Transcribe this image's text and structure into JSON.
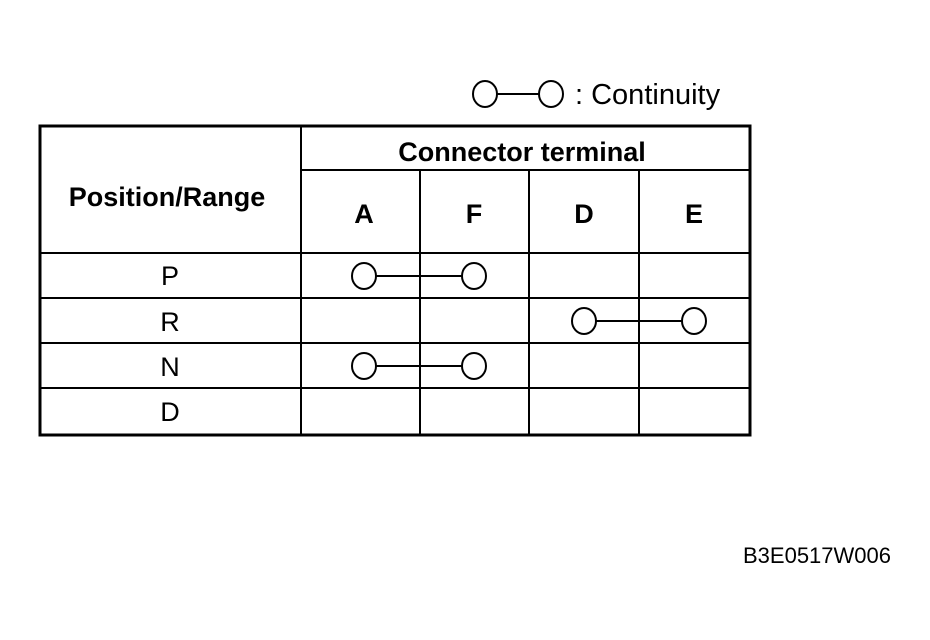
{
  "legend": {
    "label": ": Continuity"
  },
  "table": {
    "row_header": "Position/Range",
    "group_header": "Connector terminal",
    "terminals": [
      "A",
      "F",
      "D",
      "E"
    ],
    "positions": [
      "P",
      "R",
      "N",
      "D"
    ],
    "connections": [
      {
        "position": "P",
        "from": "A",
        "to": "F"
      },
      {
        "position": "R",
        "from": "D",
        "to": "E"
      },
      {
        "position": "N",
        "from": "A",
        "to": "F"
      }
    ]
  },
  "figure_code": "B3E0517W006"
}
